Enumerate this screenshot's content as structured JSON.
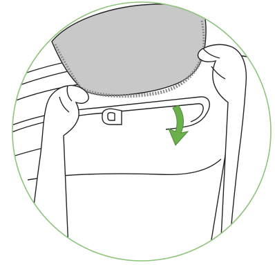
{
  "illustration": {
    "subject": "hands-folding-fabric-cover-over-bin-rim",
    "colors": {
      "frame_circle": "#8cc47a",
      "fabric_fill": "#c8c8c8",
      "fabric_edge": "#8a8a8a",
      "line_art": "#222222",
      "arrow": "#6ab04c",
      "background": "#ffffff"
    },
    "icons": [
      "curved-down-arrow-icon",
      "left-hand",
      "right-hand",
      "latch-clip"
    ]
  }
}
